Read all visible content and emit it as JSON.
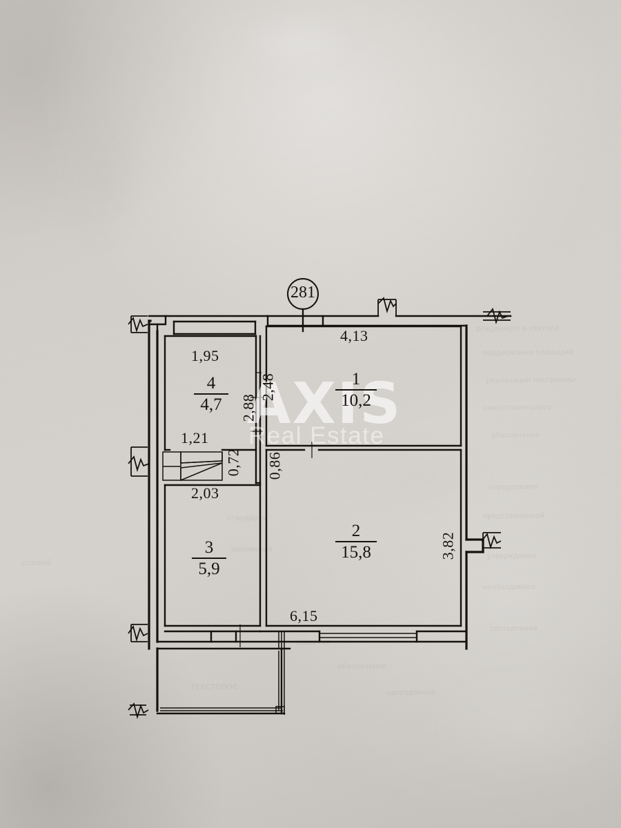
{
  "document": {
    "type": "apartment-floor-plan",
    "title": "Apartment floor plan",
    "node_label": "281"
  },
  "watermark": {
    "line1": "AXIS",
    "line2": "Real Estate"
  },
  "rooms": [
    {
      "id": "room-1",
      "number": "1",
      "area": "10,2",
      "name": "room-1-living"
    },
    {
      "id": "room-2",
      "number": "2",
      "area": "15,8",
      "name": "room-2-main"
    },
    {
      "id": "room-3",
      "number": "3",
      "area": "5,9",
      "name": "room-3-hall"
    },
    {
      "id": "room-4",
      "number": "4",
      "area": "4,7",
      "name": "room-4-kitchen"
    }
  ],
  "dimensions": {
    "top_room1_width": "4,13",
    "room4_width": "1,95",
    "wall_2_48": "2,48",
    "wall_2_88": "2,88",
    "wall_0_72": "0,72",
    "wall_0_86": "0,86",
    "wall_1_21": "1,21",
    "wall_2_03": "2,03",
    "bottom_width": "6,15",
    "right_height": "3,82"
  },
  "colors": {
    "paper": "#d4d0cb",
    "ink": "#14110f",
    "watermark": "#ffffff"
  }
}
